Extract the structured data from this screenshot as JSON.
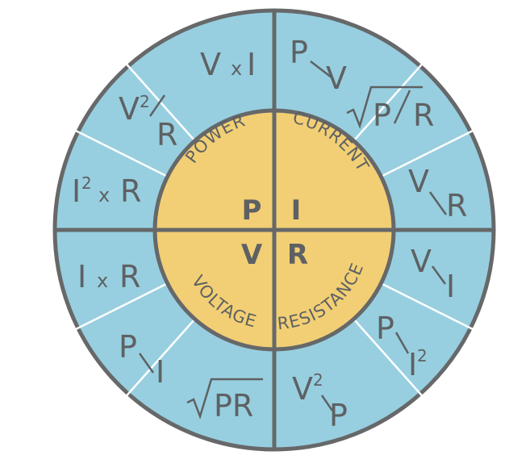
{
  "colors": {
    "outer_ring": "#97cfe0",
    "inner_circle": "#f2cf74",
    "border": "#666869",
    "text": "#5e6163",
    "divider": "#ffffff"
  },
  "quadrants": {
    "power": {
      "letter": "P",
      "label": "POWER"
    },
    "current": {
      "letter": "I",
      "label": "CURRENT"
    },
    "voltage": {
      "letter": "V",
      "label": "VOLTAGE"
    },
    "resistance": {
      "letter": "R",
      "label": "RESISTANCE"
    }
  },
  "formulas": {
    "power": [
      {
        "text": "V x I"
      },
      {
        "text": "V²/R"
      },
      {
        "text": "I² x R"
      }
    ],
    "current": [
      {
        "text": "P/V"
      },
      {
        "text": "√P/R"
      },
      {
        "text": "V/R"
      }
    ],
    "resistance": [
      {
        "text": "V/I"
      },
      {
        "text": "P/I²"
      },
      {
        "text": "V²/P"
      }
    ],
    "voltage": [
      {
        "text": "I x R"
      },
      {
        "text": "P/I"
      },
      {
        "text": "√PR"
      }
    ]
  }
}
